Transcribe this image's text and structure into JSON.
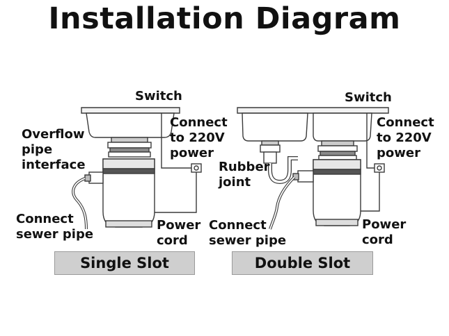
{
  "title": "Installation Diagram",
  "single": {
    "switch": "Switch",
    "overflow": [
      "Overflow",
      "pipe",
      "interface"
    ],
    "connect_power": [
      "Connect",
      "to 220V",
      "power"
    ],
    "sewer": [
      "Connect",
      "sewer pipe"
    ],
    "power_cord": [
      "Power",
      "cord"
    ],
    "banner": "Single Slot"
  },
  "double": {
    "switch": "Switch",
    "connect_power": [
      "Connect",
      "to 220V",
      "power"
    ],
    "rubber": [
      "Rubber",
      "joint"
    ],
    "sewer": [
      "Connect",
      "sewer pipe"
    ],
    "power_cord": [
      "Power",
      "cord"
    ],
    "banner": "Double Slot"
  }
}
